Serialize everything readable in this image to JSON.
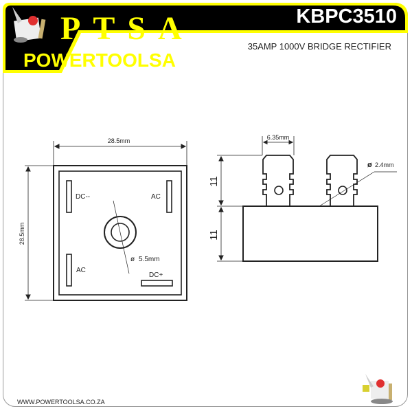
{
  "header": {
    "logo_text": "PTSA",
    "brand_name": "POWERTOOLSA",
    "model": "KBPC3510",
    "subtitle": "35AMP 1000V BRIDGE RECTIFIER"
  },
  "top_view": {
    "width_label": "28.5mm",
    "height_label": "28.5mm",
    "hole_label": "5.5mm",
    "terminals": [
      {
        "label": "DC--"
      },
      {
        "label": "AC"
      },
      {
        "label": "AC"
      },
      {
        "label": "DC+"
      }
    ]
  },
  "side_view": {
    "tab_width_label": "6.35mm",
    "hole_label": "2.4mm",
    "upper_height_label": "11",
    "lower_height_label": "11"
  },
  "footer": {
    "url": "WWW.POWERTOOLSA.CO.ZA"
  },
  "colors": {
    "banner_bg": "#000000",
    "accent_yellow": "#ffff00",
    "line": "#222222"
  }
}
